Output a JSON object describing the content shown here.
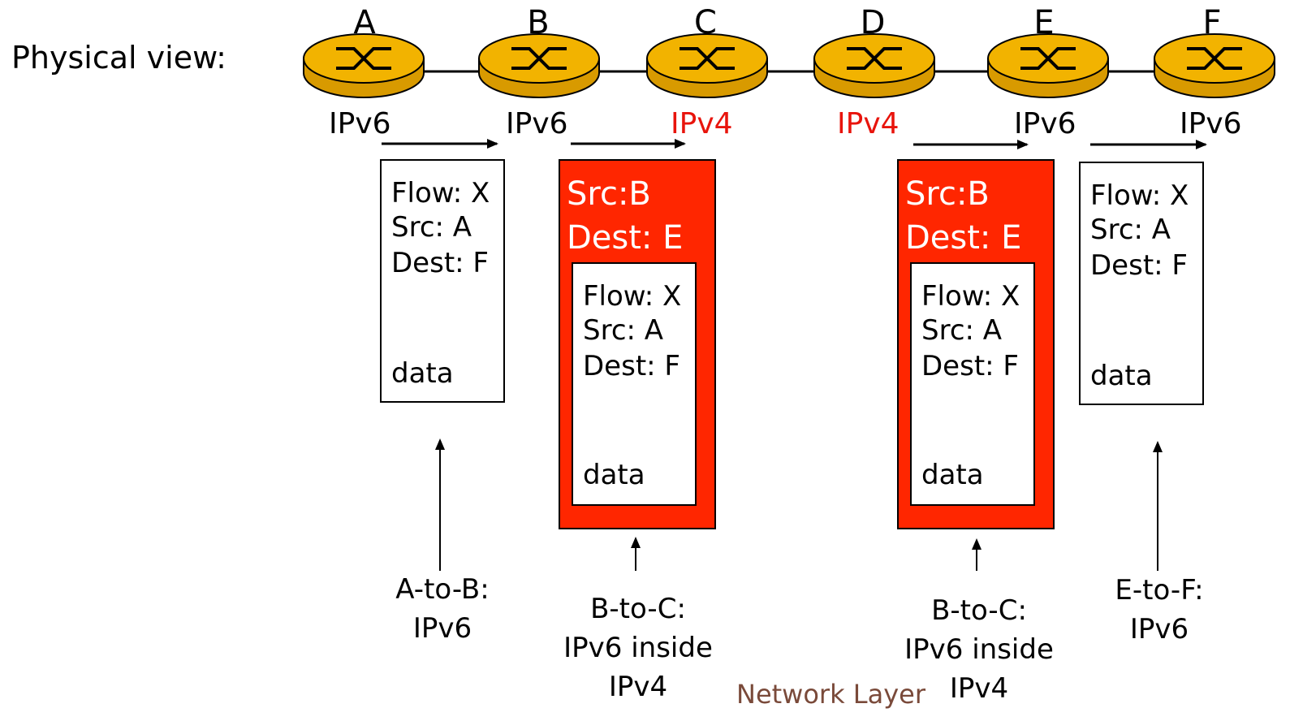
{
  "title_label": "Physical view:",
  "nodes": [
    {
      "letter": "A",
      "protocol": "IPv6",
      "protocol_color": "#000000"
    },
    {
      "letter": "B",
      "protocol": "IPv6",
      "protocol_color": "#000000"
    },
    {
      "letter": "C",
      "protocol": "IPv4",
      "protocol_color": "#e8140c"
    },
    {
      "letter": "D",
      "protocol": "IPv4",
      "protocol_color": "#e8140c"
    },
    {
      "letter": "E",
      "protocol": "IPv6",
      "protocol_color": "#000000"
    },
    {
      "letter": "F",
      "protocol": "IPv6",
      "protocol_color": "#000000"
    }
  ],
  "router_color": "#f2b300",
  "tunnel_color": "#ff2600",
  "packets": [
    {
      "flow": "Flow: X",
      "src": "Src: A",
      "dest": "Dest: F",
      "data": "data"
    },
    {
      "outer_src": "Src:B",
      "outer_dest": "Dest: E",
      "flow": "Flow: X",
      "src": "Src: A",
      "dest": "Dest: F",
      "data": "data"
    },
    {
      "outer_src": "Src:B",
      "outer_dest": "Dest: E",
      "flow": "Flow: X",
      "src": "Src: A",
      "dest": "Dest: F",
      "data": "data"
    },
    {
      "flow": "Flow: X",
      "src": "Src: A",
      "dest": "Dest: F",
      "data": "data"
    }
  ],
  "captions": [
    {
      "line1": "A-to-B:",
      "line2": "IPv6",
      "line3": ""
    },
    {
      "line1": "B-to-C:",
      "line2": "IPv6 inside",
      "line3": "IPv4"
    },
    {
      "line1": "B-to-C:",
      "line2": "IPv6 inside",
      "line3": "IPv4"
    },
    {
      "line1": "E-to-F:",
      "line2": "IPv6",
      "line3": ""
    }
  ],
  "footer": "Network Layer"
}
